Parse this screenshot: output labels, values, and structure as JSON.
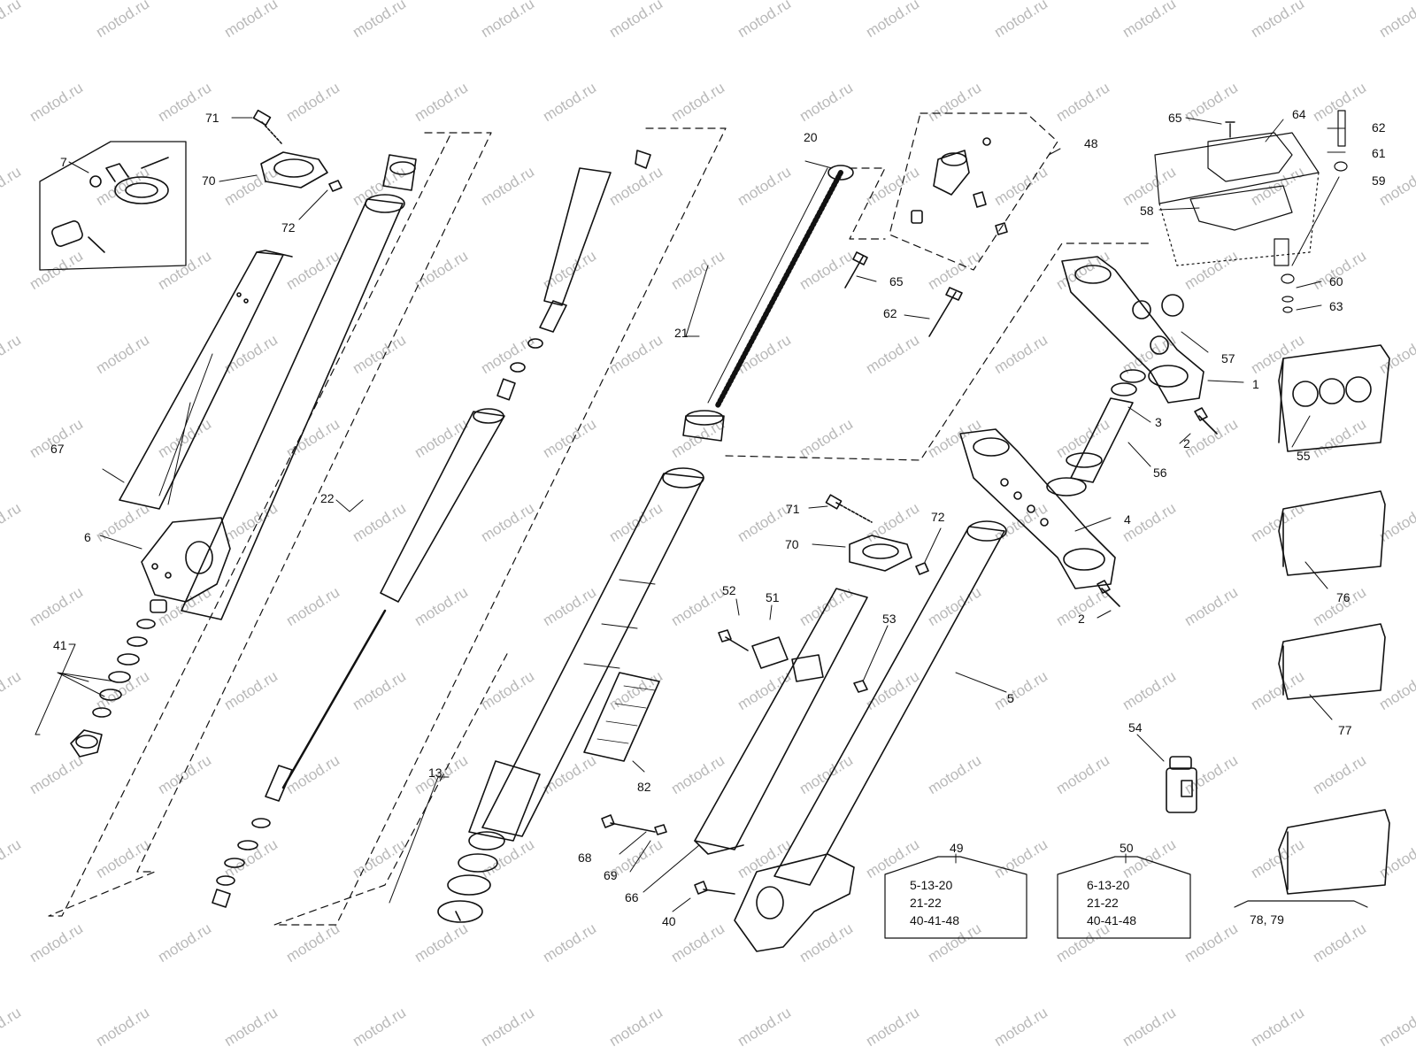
{
  "watermark": "motod.ru",
  "callouts": [
    {
      "id": "n71a",
      "text": "71"
    },
    {
      "id": "n7",
      "text": "7"
    },
    {
      "id": "n70a",
      "text": "70"
    },
    {
      "id": "n72a",
      "text": "72"
    },
    {
      "id": "n67",
      "text": "67"
    },
    {
      "id": "n6",
      "text": "6"
    },
    {
      "id": "n41",
      "text": "41"
    },
    {
      "id": "n22",
      "text": "22"
    },
    {
      "id": "n20",
      "text": "20"
    },
    {
      "id": "n21",
      "text": "21"
    },
    {
      "id": "n48",
      "text": "48"
    },
    {
      "id": "n65a",
      "text": "65"
    },
    {
      "id": "n62a",
      "text": "62"
    },
    {
      "id": "n65b",
      "text": "65"
    },
    {
      "id": "n64",
      "text": "64"
    },
    {
      "id": "n62b",
      "text": "62"
    },
    {
      "id": "n61",
      "text": "61"
    },
    {
      "id": "n59",
      "text": "59"
    },
    {
      "id": "n58",
      "text": "58"
    },
    {
      "id": "n60",
      "text": "60"
    },
    {
      "id": "n63",
      "text": "63"
    },
    {
      "id": "n57",
      "text": "57"
    },
    {
      "id": "n1",
      "text": "1"
    },
    {
      "id": "n3",
      "text": "3"
    },
    {
      "id": "n2a",
      "text": "2"
    },
    {
      "id": "n56",
      "text": "56"
    },
    {
      "id": "n55",
      "text": "55"
    },
    {
      "id": "n4",
      "text": "4"
    },
    {
      "id": "n2b",
      "text": "2"
    },
    {
      "id": "n71b",
      "text": "71"
    },
    {
      "id": "n72b",
      "text": "72"
    },
    {
      "id": "n70b",
      "text": "70"
    },
    {
      "id": "n52",
      "text": "52"
    },
    {
      "id": "n51",
      "text": "51"
    },
    {
      "id": "n53",
      "text": "53"
    },
    {
      "id": "n5",
      "text": "5"
    },
    {
      "id": "n76",
      "text": "76"
    },
    {
      "id": "n77",
      "text": "77"
    },
    {
      "id": "n54",
      "text": "54"
    },
    {
      "id": "n82",
      "text": "82"
    },
    {
      "id": "n13",
      "text": "13"
    },
    {
      "id": "n68",
      "text": "68"
    },
    {
      "id": "n69",
      "text": "69"
    },
    {
      "id": "n66",
      "text": "66"
    },
    {
      "id": "n40",
      "text": "40"
    },
    {
      "id": "n7879",
      "text": "78, 79"
    }
  ],
  "kits": [
    {
      "number": "49",
      "lines": [
        "5-13-20",
        "21-22",
        "40-41-48"
      ]
    },
    {
      "number": "50",
      "lines": [
        "6-13-20",
        "21-22",
        "40-41-48"
      ]
    }
  ]
}
